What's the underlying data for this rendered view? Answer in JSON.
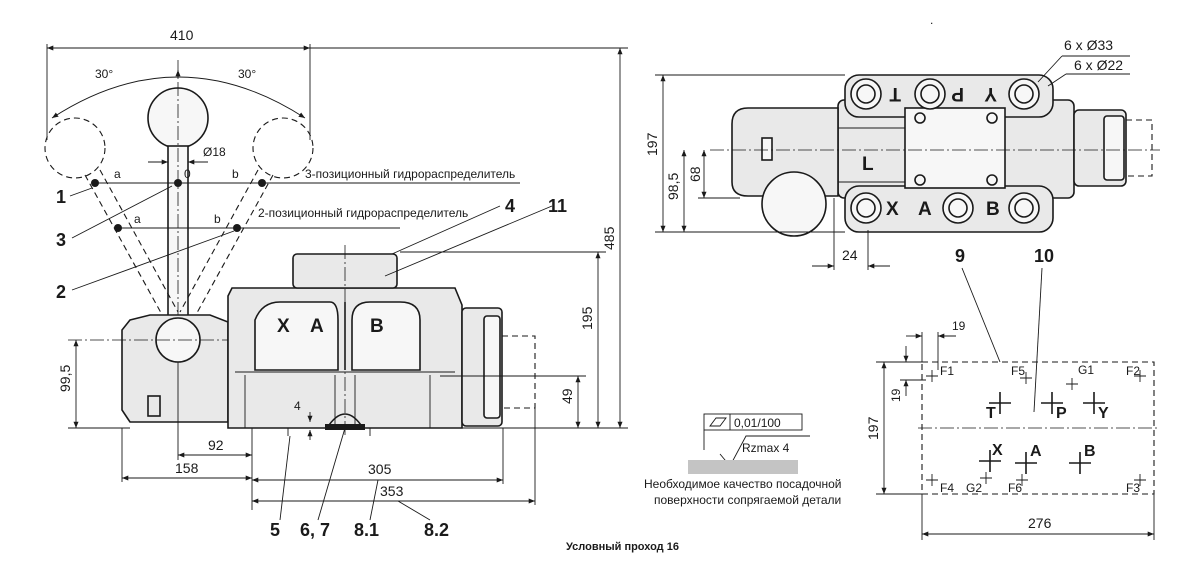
{
  "caption": "Условный проход 16",
  "side_view": {
    "dim_410": "410",
    "angle_left": "30°",
    "angle_right": "30°",
    "diameter_lever": "Ø18",
    "pos_a_top": "a",
    "pos_0": "0",
    "pos_b_top": "b",
    "pos_a_low": "a",
    "pos_b_low": "b",
    "note_3pos": "3-позиционный гидрораспределитель",
    "note_2pos": "2-позиционный гидрораспределитель",
    "dim_485": "485",
    "dim_195": "195",
    "dim_99_5": "99,5",
    "dim_49": "49",
    "dim_4": "4",
    "dim_92": "92",
    "dim_158": "158",
    "dim_305": "305",
    "dim_353": "353",
    "port_x": "X",
    "port_a": "A",
    "port_b": "B",
    "callouts": [
      "1",
      "3",
      "2",
      "4",
      "11",
      "5",
      "6, 7",
      "8.1",
      "8.2"
    ]
  },
  "top_view": {
    "hole_33": "6 x Ø33",
    "hole_22": "6 x Ø22",
    "dim_197": "197",
    "dim_98_5": "98,5",
    "dim_68": "68",
    "dim_24": "24",
    "label_l": "L",
    "ports_top": [
      "T",
      "P",
      "Y"
    ],
    "ports_bottom": [
      "X",
      "A",
      "B"
    ]
  },
  "mounting": {
    "callout_9": "9",
    "callout_10": "10",
    "dim_19_h": "19",
    "dim_19_v": "19",
    "dim_197": "197",
    "dim_276": "276",
    "fixing": [
      "F1",
      "F5",
      "G1",
      "F2",
      "F4",
      "G2",
      "F6",
      "F3"
    ],
    "ports": [
      "T",
      "P",
      "Y",
      "X",
      "A",
      "B"
    ]
  },
  "surface": {
    "flatness": "0,01/100",
    "roughness": "Rzmax  4",
    "note_line1": "Необходимое качество посадочной",
    "note_line2": "поверхности сопрягаемой детали"
  }
}
